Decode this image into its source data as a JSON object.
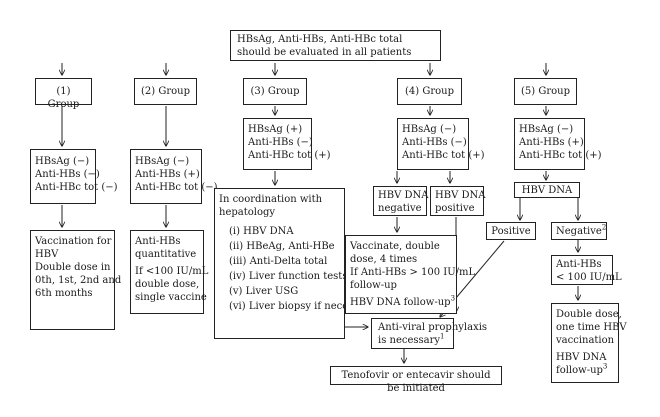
{
  "top": {
    "text": "HBsAg, Anti-HBs, Anti-HBc total should be evaluated in all patients"
  },
  "groups": [
    "(1) Group",
    "(2) Group",
    "(3) Group",
    "(4) Group",
    "(5) Group"
  ],
  "g1": {
    "markers": [
      "HBsAg (−)",
      "Anti-HBs (−)",
      "Anti-HBc tot (−)"
    ],
    "action": [
      "Vaccination for",
      "HBV",
      "Double dose in",
      "0th, 1st, 2nd and",
      "6th months"
    ]
  },
  "g2": {
    "markers": [
      "HBsAg (−)",
      "Anti-HBs (+)",
      "Anti-HBc tot (−)"
    ],
    "action": [
      "Anti-HBs",
      "quantitative",
      "If <100 IU/mL",
      "double dose,",
      "single vaccine"
    ]
  },
  "g3": {
    "markers": [
      "HBsAg (+)",
      "Anti-HBs (−)",
      "Anti-HBc tot (+)"
    ],
    "coord_title": [
      "In coordination with",
      "hepatology"
    ],
    "coord_items": [
      "(i) HBV DNA",
      "(ii) HBeAg, Anti-HBe",
      "(iii) Anti-Delta total",
      "(iv) Liver function tests",
      "(v) Liver USG",
      "(vi) Liver biopsy if necessary"
    ]
  },
  "g4": {
    "markers": [
      "HBsAg (−)",
      "Anti-HBs (−)",
      "Anti-HBc tot (+)"
    ],
    "negative": [
      "HBV DNA",
      "negative"
    ],
    "positive": [
      "HBV DNA",
      "positive"
    ],
    "vaccinate": [
      "Vaccinate, double",
      "dose, 4 times",
      "If Anti-HBs > 100 IU/mL",
      "follow-up",
      "HBV DNA follow-up"
    ],
    "vaccinate_sup": "3"
  },
  "g5": {
    "markers": [
      "HBsAg (−)",
      "Anti-HBs (+)",
      "Anti-HBc tot (+)"
    ],
    "dna": "HBV DNA",
    "positive": "Positive",
    "negative": "Negative",
    "negative_sup": "2",
    "antihbs": [
      "Anti-HBs",
      "< 100 IU/mL"
    ],
    "final": [
      "Double dose,",
      "one time HBV",
      "vaccination",
      "HBV DNA",
      "follow-up"
    ],
    "final_sup": "3"
  },
  "prophylaxis": {
    "lines": [
      "Anti-viral prophylaxis",
      "is necessary"
    ],
    "sup": "1"
  },
  "tenofovir": {
    "text": "Tenofovir or entecavir should be initiated"
  }
}
